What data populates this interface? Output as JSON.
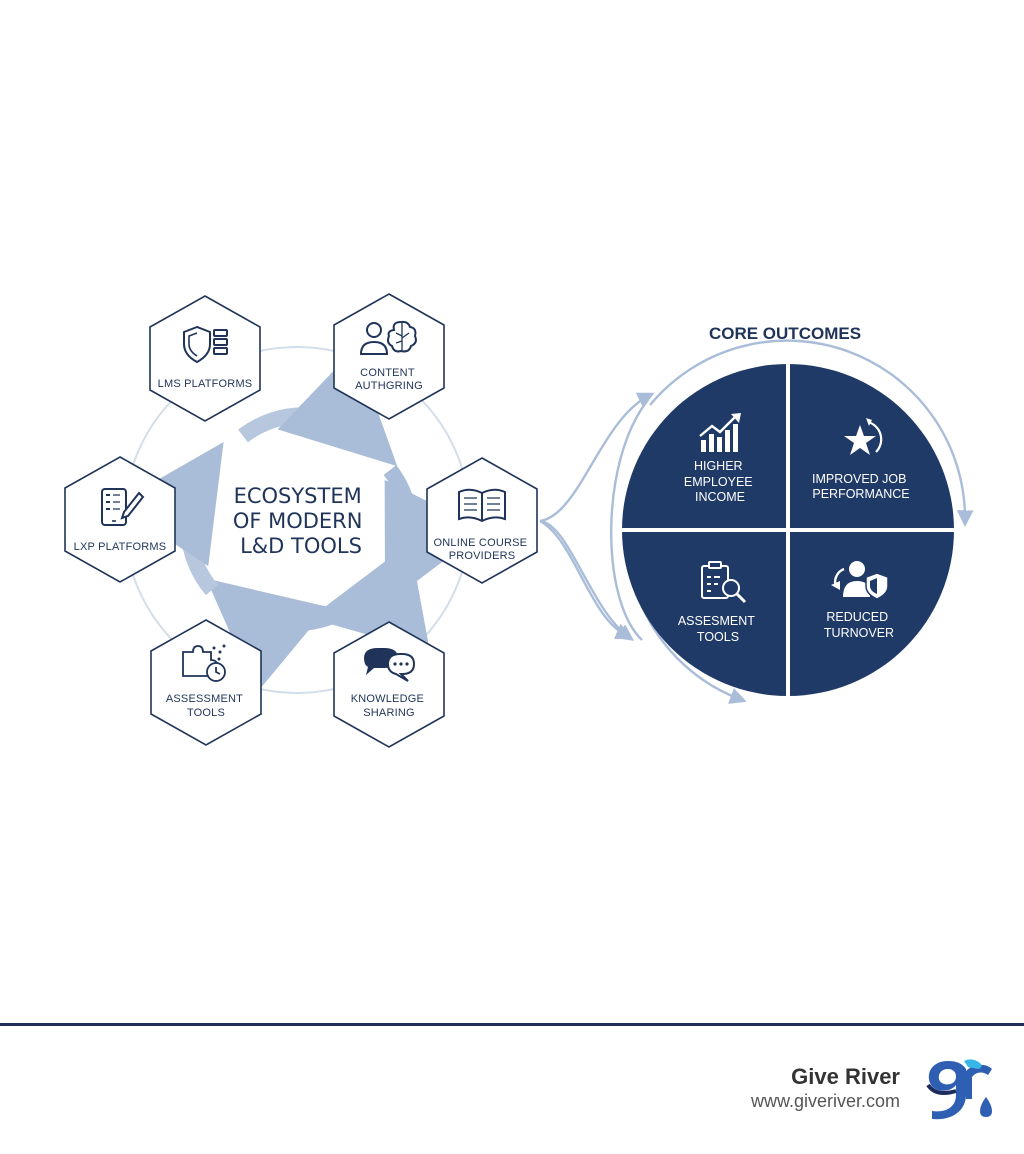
{
  "diagram": {
    "center_title": [
      "ECOSYSTEM",
      "OF MODERN",
      "L&D TOOLS"
    ],
    "tools": [
      {
        "lines": [
          "LMS PLATFORMS"
        ],
        "icon": "shield-server-icon"
      },
      {
        "lines": [
          "CONTENT",
          "AUTHGRING"
        ],
        "icon": "person-brain-icon"
      },
      {
        "lines": [
          "ONLINE COURSE",
          "PROVIDERS"
        ],
        "icon": "open-book-icon"
      },
      {
        "lines": [
          "KNOWLEDGE",
          "SHARING"
        ],
        "icon": "chat-bubbles-icon"
      },
      {
        "lines": [
          "ASSESSMENT",
          "TOOLS"
        ],
        "icon": "puzzle-clock-icon"
      },
      {
        "lines": [
          "LXP PLATFORMS"
        ],
        "icon": "tablet-pen-icon"
      }
    ],
    "core_title": "CORE OUTCOMES",
    "outcomes": [
      {
        "lines": [
          "HIGHER",
          "EMPLOYEE",
          "INCOME"
        ],
        "icon": "bar-chart-growth-icon"
      },
      {
        "lines": [
          "IMPROVED JOB",
          "PERFORMANCE"
        ],
        "icon": "star-refresh-icon"
      },
      {
        "lines": [
          "ASSESMENT",
          "TOOLS"
        ],
        "icon": "clipboard-search-icon"
      },
      {
        "lines": [
          "REDUCED",
          "TURNOVER"
        ],
        "icon": "person-shield-icon"
      }
    ],
    "colors": {
      "navy": "#1f3458",
      "accent": "#a9bdd8",
      "ring": "#c8d5e6"
    }
  },
  "footer": {
    "brand_name": "Give River",
    "brand_url": "www.giveriver.com",
    "logo_icon": "give-river-logo-icon"
  }
}
